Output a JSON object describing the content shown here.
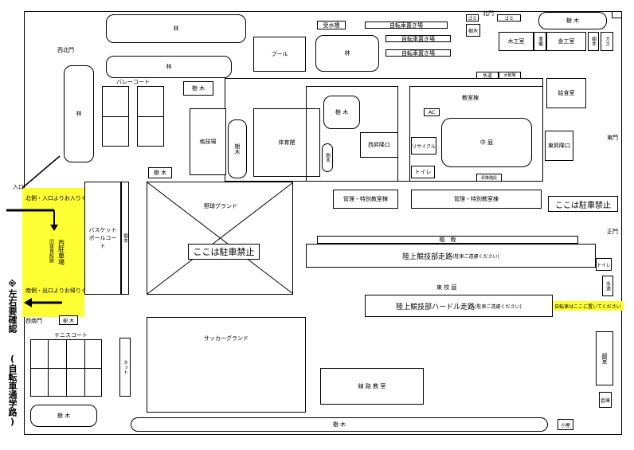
{
  "forest": "林",
  "trees": "樹 木",
  "trees_tall": "樹木",
  "labels": {
    "north_gate": "北門",
    "west_north_gate": "西北門",
    "west_south_gate": "西南門",
    "east_gate": "東門",
    "main_gate": "正門",
    "entrance": "入口",
    "water_tank": "受水槽",
    "bike_parking": "自転車置き場",
    "pool": "プール",
    "volleyball_court": "バレーコート",
    "wrestling_hall": "格技場",
    "gymnasium": "体育館",
    "west_stairs": "西昇降口",
    "classroom_bldg": "教室棟",
    "ac": "AC",
    "recycle": "リサイクル",
    "courtyard": "中 庭",
    "toilet": "トイレ",
    "comm_stairs": "昇降階段",
    "east_stairs": "東昇降口",
    "mgmt_bldg": "管理・特別教室棟",
    "waterworks": "水道",
    "water_station": "水飲場",
    "carpentry": "木工室",
    "metalwork": "金工室",
    "prep": "準備",
    "gas": "ガス",
    "trash": "ゴミ",
    "cafeteria": "給食室",
    "no_parking": "ここは駐車禁止",
    "baseball_ground": "野球グランド",
    "planting": "植　栽",
    "track_lane": "陸上競技部走路",
    "track_lane_note": "(駐車ご遠慮ください)",
    "east_courtyard": "東 校 庭",
    "hurdle_lane": "陸上競技部ハードル走路",
    "hurdle_note": "(駐車ご遠慮ください)",
    "bike_note": "自転車はここに置いてください",
    "club_room": "部室",
    "storage": "倉庫",
    "north_entrance": "北側・入口よりお入りください",
    "south_exit": "南側・出口よりお帰りください",
    "west_parking": "西駐車場",
    "old_gym_site": "旧体育館跡",
    "basketball_court": "バスケットボールコート",
    "tennis_court": "テニスコート",
    "net": "ネット",
    "soccer_ground": "サッカーグランド",
    "wire_classroom": "線 路 教 室",
    "small_bldg": "小屋",
    "toilet_right": "トイレ",
    "left_notice": "※左右要確認",
    "bike_route": "(自転車通学路)"
  }
}
